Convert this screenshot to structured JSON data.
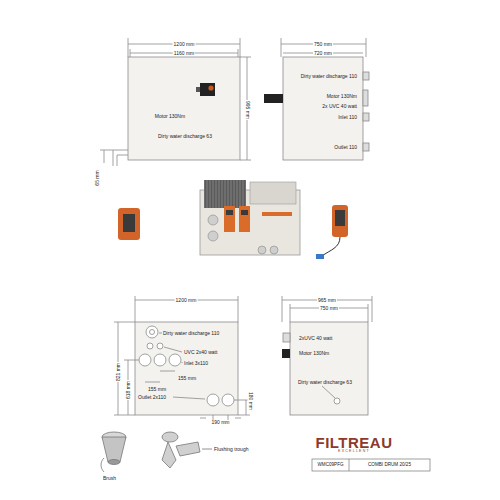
{
  "diagram": {
    "labels": [
      "1200 mm",
      "1160 mm",
      "Motor 130Nm",
      "Dirty water discharge 63",
      "995 mm",
      "65 mm",
      "750 mm",
      "720 mm",
      "Dirty water discharge 110",
      "Motor 130Nm",
      "2x UVC 40 watt",
      "Inlet 110",
      "Outlet 110",
      "1200 mm",
      "Dirty water discharge 110",
      "UVC 2x40 watt",
      "Inlet 3x110",
      "821 mm",
      "618 mm",
      "155 mm",
      "155 mm",
      "Outlet 2x110",
      "190 mm",
      "180 mm",
      "965 mm",
      "750 mm",
      "2xUVC 40 watt",
      "Motor 130Nm",
      "Dirty water discharge 63",
      "Brush",
      "Flushing trough",
      "FILTREAU",
      "EXCELLENT",
      "WMC09PFG",
      "COMBI DRUM 20/25"
    ]
  }
}
